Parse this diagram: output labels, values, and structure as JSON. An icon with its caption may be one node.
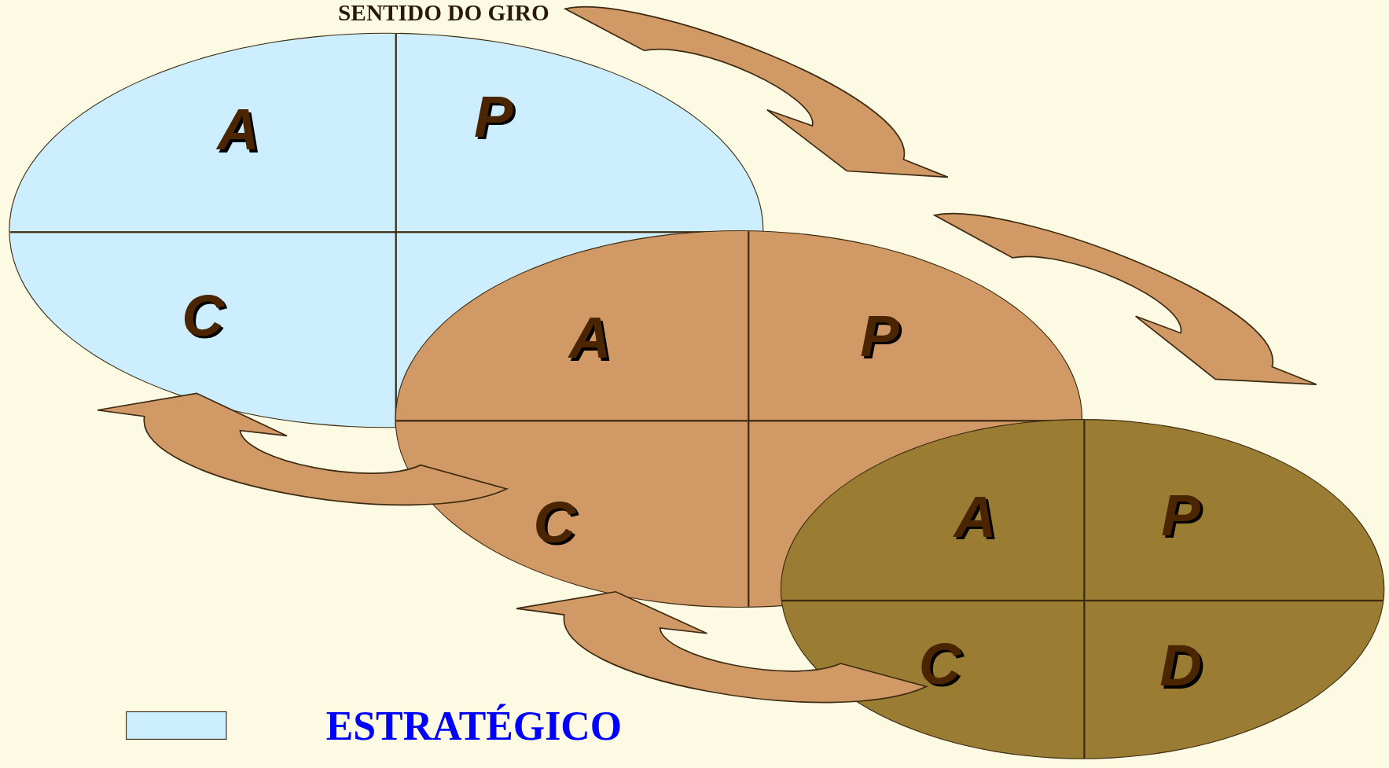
{
  "diagram": {
    "title": "SENTIDO DO GIRO",
    "nodes": [
      {
        "text": [
          "A",
          "P",
          "C"
        ]
      },
      {
        "text": [
          "A",
          "P",
          "C"
        ]
      },
      {
        "text": [
          "A",
          "P",
          "C",
          "D"
        ]
      }
    ],
    "edges": [
      {
        "from": 0,
        "to": 1,
        "arrow": "to"
      },
      {
        "from": 1,
        "to": 2,
        "arrow": "to"
      },
      {
        "from": 1,
        "to": 0,
        "arrow": "to"
      },
      {
        "from": 2,
        "to": 1,
        "arrow": "to"
      }
    ],
    "legend": [
      {
        "text": "ESTRATÉGICO",
        "color": "#cceeff"
      }
    ]
  }
}
